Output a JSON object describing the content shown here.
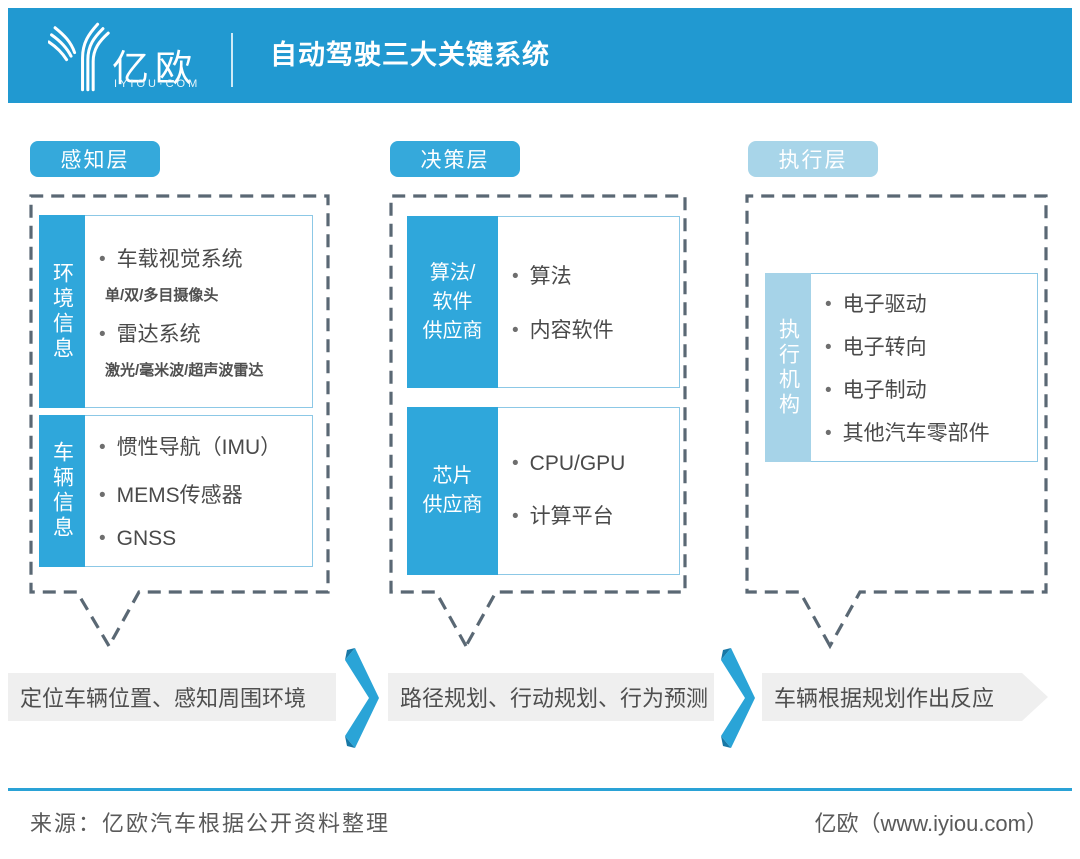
{
  "header": {
    "logo_text": "亿欧",
    "logo_subtext": "IYIOU·COM",
    "title": "自动驾驶三大关键系统"
  },
  "layers": [
    {
      "label": "感知层",
      "boxes": [
        {
          "sidebar": "环境信息",
          "items": [
            {
              "kind": "bullet",
              "text": "车载视觉系统"
            },
            {
              "kind": "sub",
              "text": "单/双/多目摄像头"
            },
            {
              "kind": "bullet",
              "text": "雷达系统"
            },
            {
              "kind": "sub",
              "text": "激光/毫米波/超声波雷达"
            }
          ]
        },
        {
          "sidebar": "车辆信息",
          "items": [
            {
              "kind": "bullet",
              "text": "惯性导航（IMU）"
            },
            {
              "kind": "bullet",
              "text": "MEMS传感器"
            },
            {
              "kind": "bullet",
              "text": "GNSS"
            }
          ]
        }
      ],
      "flow_text": "定位车辆位置、感知周围环境"
    },
    {
      "label": "决策层",
      "boxes": [
        {
          "sidebar_lines": [
            "算法/",
            "软件",
            "供应商"
          ],
          "items": [
            {
              "kind": "bullet",
              "text": "算法"
            },
            {
              "kind": "bullet",
              "text": "内容软件"
            }
          ]
        },
        {
          "sidebar_lines": [
            "芯片",
            "供应商"
          ],
          "items": [
            {
              "kind": "bullet",
              "text": "CPU/GPU"
            },
            {
              "kind": "bullet",
              "text": "计算平台"
            }
          ]
        }
      ],
      "flow_text": "路径规划、行动规划、行为预测"
    },
    {
      "label": "执行层",
      "boxes": [
        {
          "sidebar": "执行机构",
          "items": [
            {
              "kind": "bullet",
              "text": "电子驱动"
            },
            {
              "kind": "bullet",
              "text": "电子转向"
            },
            {
              "kind": "bullet",
              "text": "电子制动"
            },
            {
              "kind": "bullet",
              "text": "其他汽车零部件"
            }
          ]
        }
      ],
      "flow_text": "车辆根据规划作出反应"
    }
  ],
  "footer": {
    "source": "来源：亿欧汽车根据公开资料整理",
    "credit": "亿欧（www.iyiou.com）"
  },
  "colors": {
    "header_blue": "#2199d1",
    "label_blue": "#35a9db",
    "label_light_blue": "#a8d5e9",
    "sidebar_blue": "#2fa7db",
    "sidebar_light_blue": "#a6d3e8",
    "box_border": "#8cc8e6",
    "dash_gray": "#5a6874",
    "band_gray": "#efefef",
    "text_dark": "#4a4a4a",
    "chevron_blue": "#2aa4d7",
    "chevron_dark": "#1878a6"
  }
}
